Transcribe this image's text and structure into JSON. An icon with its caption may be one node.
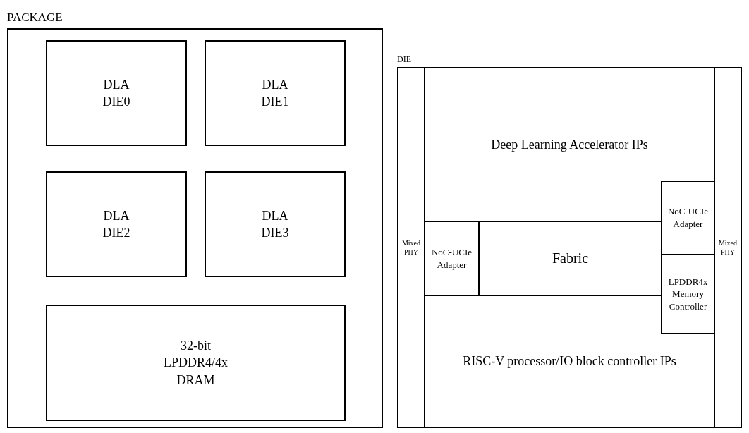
{
  "diagram": {
    "nodes": [
      {
        "text": [
          "PACKAGE"
        ]
      },
      {
        "text": [
          "DLA DIE0"
        ],
        "in": 0
      },
      {
        "text": [
          "DLA DIE1"
        ],
        "in": 0
      },
      {
        "text": [
          "DLA DIE2"
        ],
        "in": 0
      },
      {
        "text": [
          "DLA DIE3"
        ],
        "in": 0
      },
      {
        "text": [
          "32-bit LPDDR4/4x DRAM"
        ],
        "in": 0
      },
      {
        "text": [
          "DIE"
        ]
      },
      {
        "text": [
          "Mixed PHY"
        ],
        "in": 6
      },
      {
        "text": [
          "Deep Learning Accelerator IPs"
        ],
        "in": 6
      },
      {
        "text": [
          "NoC-UCIe Adapter"
        ],
        "in": 6
      },
      {
        "text": [
          "Fabric"
        ],
        "in": 6
      },
      {
        "text": [
          "NoC-UCIe Adapter"
        ],
        "in": 6
      },
      {
        "text": [
          "LPDDR4x Memory Controller"
        ],
        "in": 6
      },
      {
        "text": [
          "RISC-V processor/IO block controller IPs"
        ],
        "in": 6
      },
      {
        "text": [
          "Mixed PHY"
        ],
        "in": 6
      }
    ]
  }
}
